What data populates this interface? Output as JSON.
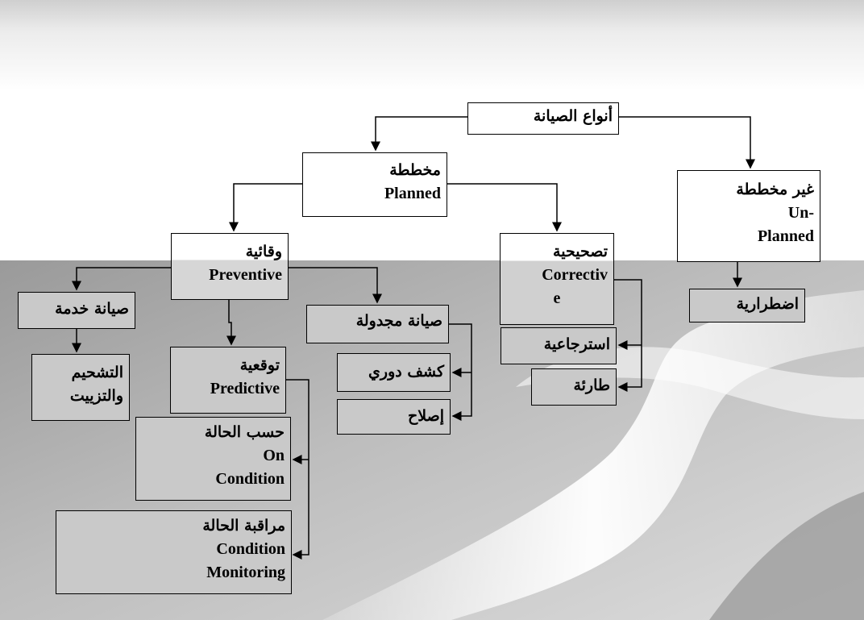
{
  "root": {
    "label": "أنواع الصيانة"
  },
  "planned": {
    "ar": "مخططة",
    "en": "Planned"
  },
  "unplanned": {
    "ar": "غير مخططة",
    "en1": "Un-",
    "en2": "Planned"
  },
  "emergency": {
    "ar": "اضطرارية"
  },
  "preventive": {
    "ar": "وقائية",
    "en": "Preventive"
  },
  "corrective": {
    "ar": "تصحيحية",
    "en1": "Correctiv",
    "en2": "e"
  },
  "service": {
    "ar": "صيانة خدمة"
  },
  "lubrication": {
    "ar1": "التشحيم",
    "ar2": "والتزييت"
  },
  "scheduled": {
    "ar": "صيانة مجدولة"
  },
  "inspection": {
    "ar": "كشف دوري"
  },
  "repair": {
    "ar": "إصلاح"
  },
  "restorative": {
    "ar": "استرجاعية"
  },
  "sudden": {
    "ar": "طارئة"
  },
  "predictive": {
    "ar": "توقعية",
    "en": "Predictive"
  },
  "on_condition": {
    "ar": "حسب الحالة",
    "en1": "On",
    "en2": "Condition"
  },
  "monitoring": {
    "ar": "مراقبة الحالة",
    "en1": "Condition",
    "en2": "Monitoring"
  },
  "colors": {
    "box_fill_top": "#ffffff",
    "box_fill_bottom": "#c9c9c9",
    "line": "#000000"
  }
}
